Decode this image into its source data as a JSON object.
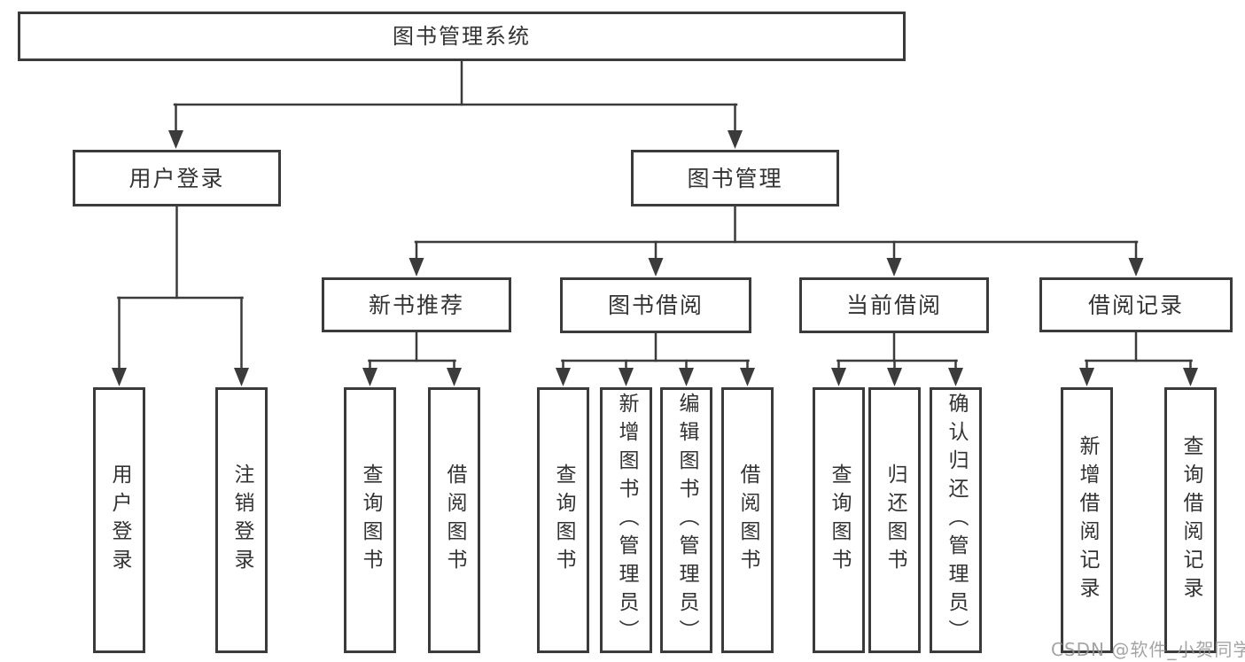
{
  "diagram": {
    "root": {
      "label": "图书管理系统"
    },
    "branches": [
      {
        "label": "用户登录",
        "children": [
          {
            "label": "用户登录"
          },
          {
            "label": "注销登录"
          }
        ]
      },
      {
        "label": "图书管理",
        "children": [
          {
            "label": "新书推荐",
            "children": [
              {
                "label": "查询图书"
              },
              {
                "label": "借阅图书"
              }
            ]
          },
          {
            "label": "图书借阅",
            "children": [
              {
                "label": "查询图书"
              },
              {
                "label": "新增图书（管理员）"
              },
              {
                "label": "编辑图书（管理员）"
              },
              {
                "label": "借阅图书"
              }
            ]
          },
          {
            "label": "当前借阅",
            "children": [
              {
                "label": "查询图书"
              },
              {
                "label": "归还图书"
              },
              {
                "label": "确认归还（管理员）"
              }
            ]
          },
          {
            "label": "借阅记录",
            "children": [
              {
                "label": "新增借阅记录"
              },
              {
                "label": "查询借阅记录"
              }
            ]
          }
        ]
      }
    ]
  },
  "watermark": {
    "text": "CSDN @软件_小贺同学"
  },
  "colors": {
    "line": "#3b3b3b",
    "box_border": "#3b3b3b",
    "text": "#333333",
    "background": "#ffffff",
    "watermark": "#949494"
  }
}
